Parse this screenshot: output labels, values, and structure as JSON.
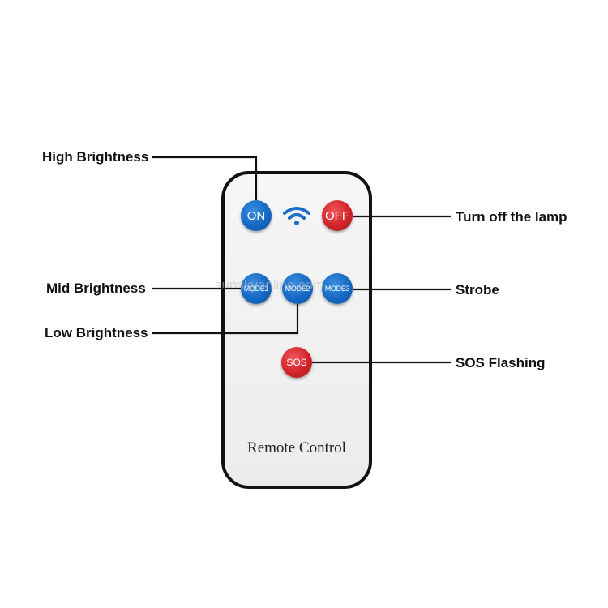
{
  "remote": {
    "label": "Remote Control",
    "watermark": "sunskyonline.com",
    "buttons": {
      "on": "ON",
      "off": "OFF",
      "mode1": "MODE1",
      "mode2": "MODE2",
      "mode3": "MODE3",
      "sos": "SOS"
    },
    "colors": {
      "blue_button": "#1668c4",
      "red_button": "#d2232a",
      "wifi": "#1a6fc9"
    }
  },
  "callouts": {
    "high_brightness": "High Brightness",
    "turn_off": "Turn off the lamp",
    "mid_brightness": "Mid Brightness",
    "strobe": "Strobe",
    "low_brightness": "Low Brightness",
    "sos_flashing": "SOS Flashing"
  }
}
